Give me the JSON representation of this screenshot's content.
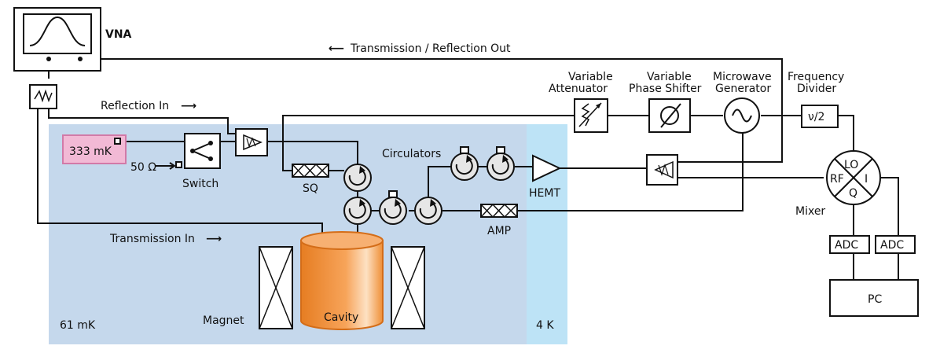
{
  "labels": {
    "vna": "VNA",
    "transmission_reflection_out": "Transmission / Reflection Out",
    "reflection_in": "Reflection In",
    "transmission_in": "Transmission In",
    "variable_attenuator_l1": "Variable",
    "variable_attenuator_l2": "Attenuator",
    "variable_phase_shifter_l1": "Variable",
    "variable_phase_shifter_l2": "Phase Shifter",
    "microwave_generator_l1": "Microwave",
    "microwave_generator_l2": "Generator",
    "frequency_divider_l1": "Frequency",
    "frequency_divider_l2": "Divider",
    "divider_ratio": "ν/2",
    "stage_333mk": "333 mK",
    "termination": "50 Ω",
    "switch": "Switch",
    "sq": "SQ",
    "circulators": "Circulators",
    "hemt": "HEMT",
    "amp": "AMP",
    "mixer": "Mixer",
    "mixer_lo": "LO",
    "mixer_rf": "RF",
    "mixer_i": "I",
    "mixer_q": "Q",
    "adc_1": "ADC",
    "adc_2": "ADC",
    "pc": "PC",
    "magnet": "Magnet",
    "cavity": "Cavity",
    "stage_61mk": "61 mK",
    "stage_4k": "4 K"
  },
  "colors": {
    "region_61mk": "#c5d8ec",
    "region_4k": "#bde3f6",
    "stage_333mk_fill": "#f2b9d5",
    "stage_333mk_border": "#d27aa8",
    "cavity": "#f0913a",
    "circulator_fill": "#e6e6e6"
  }
}
